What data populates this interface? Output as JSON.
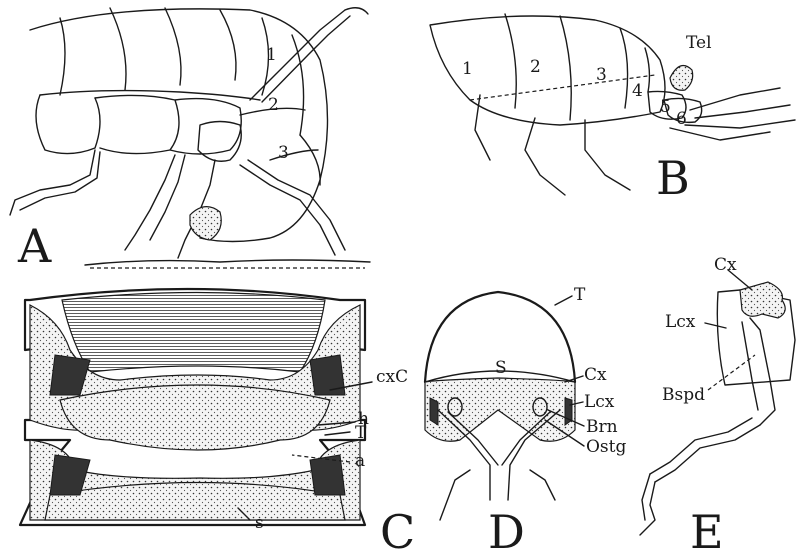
{
  "panels": {
    "A": {
      "letter": "A",
      "segment_labels": [
        "1",
        "2",
        "3"
      ]
    },
    "B": {
      "letter": "B",
      "segment_labels": [
        "1",
        "2",
        "3",
        "4",
        "5",
        "6"
      ],
      "tel_label": "Tel"
    },
    "C": {
      "letter": "C",
      "labels": {
        "cxC": "cxC",
        "h": "h",
        "T": "T",
        "a": "a",
        "s": "s"
      }
    },
    "D": {
      "letter": "D",
      "labels": {
        "T": "T",
        "S": "S",
        "Cx": "Cx",
        "Lcx": "Lcx",
        "Brn": "Brn",
        "Ostg": "Ostg"
      }
    },
    "E": {
      "letter": "E",
      "labels": {
        "Cx": "Cx",
        "Lcx": "Lcx",
        "Bspd": "Bspd"
      }
    }
  }
}
